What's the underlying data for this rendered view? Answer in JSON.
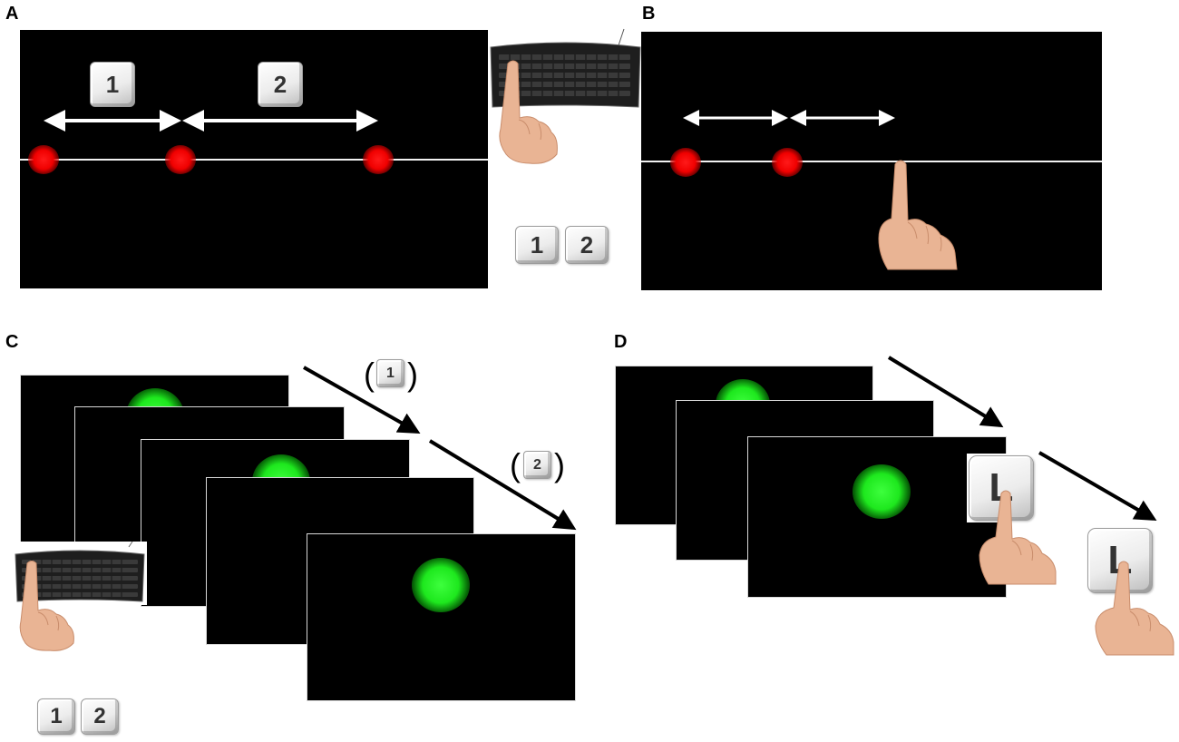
{
  "panels": {
    "a": {
      "letter": "A",
      "interval_keys": [
        "1",
        "2"
      ],
      "response_keys": [
        "1",
        "2"
      ]
    },
    "b": {
      "letter": "B"
    },
    "c": {
      "letter": "C",
      "option_keys": [
        "1",
        "2"
      ],
      "response_keys": [
        "1",
        "2"
      ]
    },
    "d": {
      "letter": "D",
      "response_keys": [
        "L",
        "L"
      ]
    }
  },
  "colors": {
    "screen": "#000000",
    "stimulus_red": "#ff0000",
    "stimulus_green": "#22ee22",
    "arrow_white": "#ffffff",
    "arrow_black": "#000000"
  },
  "icons": [
    "keyboard-icon",
    "finger-hand-icon",
    "keycap-icon",
    "double-arrow-icon",
    "diagonal-arrow-icon"
  ]
}
